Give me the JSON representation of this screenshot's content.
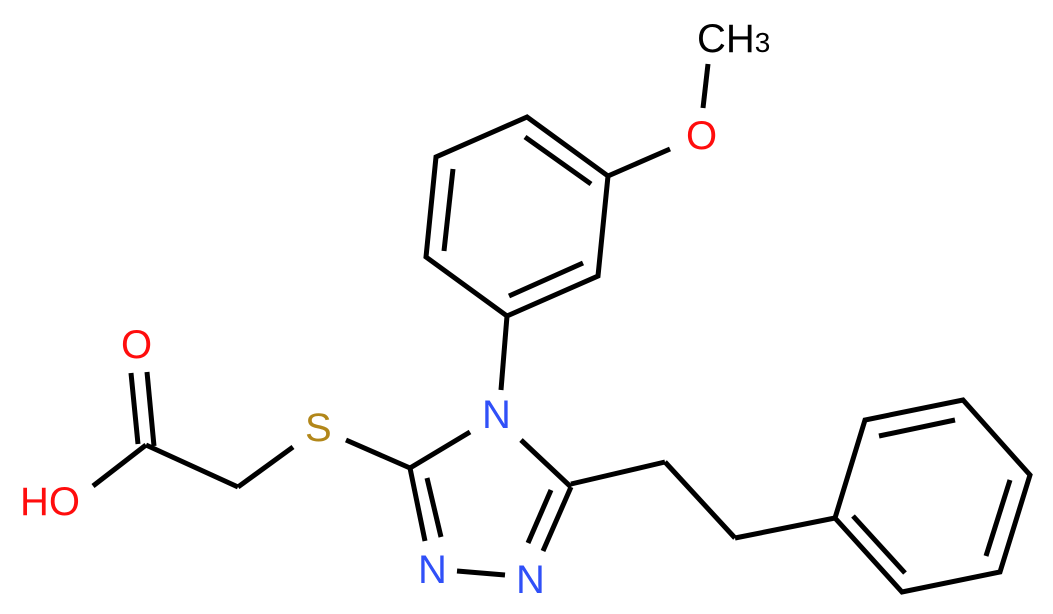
{
  "molecule": {
    "atoms": {
      "methyl": {
        "text": "CH",
        "sub": "3",
        "color": "#000000"
      },
      "ether_o": {
        "text": "O",
        "color": "#ff0d0d"
      },
      "carbonyl_o": {
        "text": "O",
        "color": "#ff0d0d"
      },
      "hydroxyl": {
        "text": "HO",
        "color": "#ff0d0d"
      },
      "sulfur": {
        "text": "S",
        "color": "#b2871a"
      },
      "n4": {
        "text": "N",
        "color": "#3050f8"
      },
      "n2": {
        "text": "N",
        "color": "#3050f8"
      },
      "n1": {
        "text": "N",
        "color": "#3050f8"
      }
    },
    "bond_color": "#000000"
  }
}
